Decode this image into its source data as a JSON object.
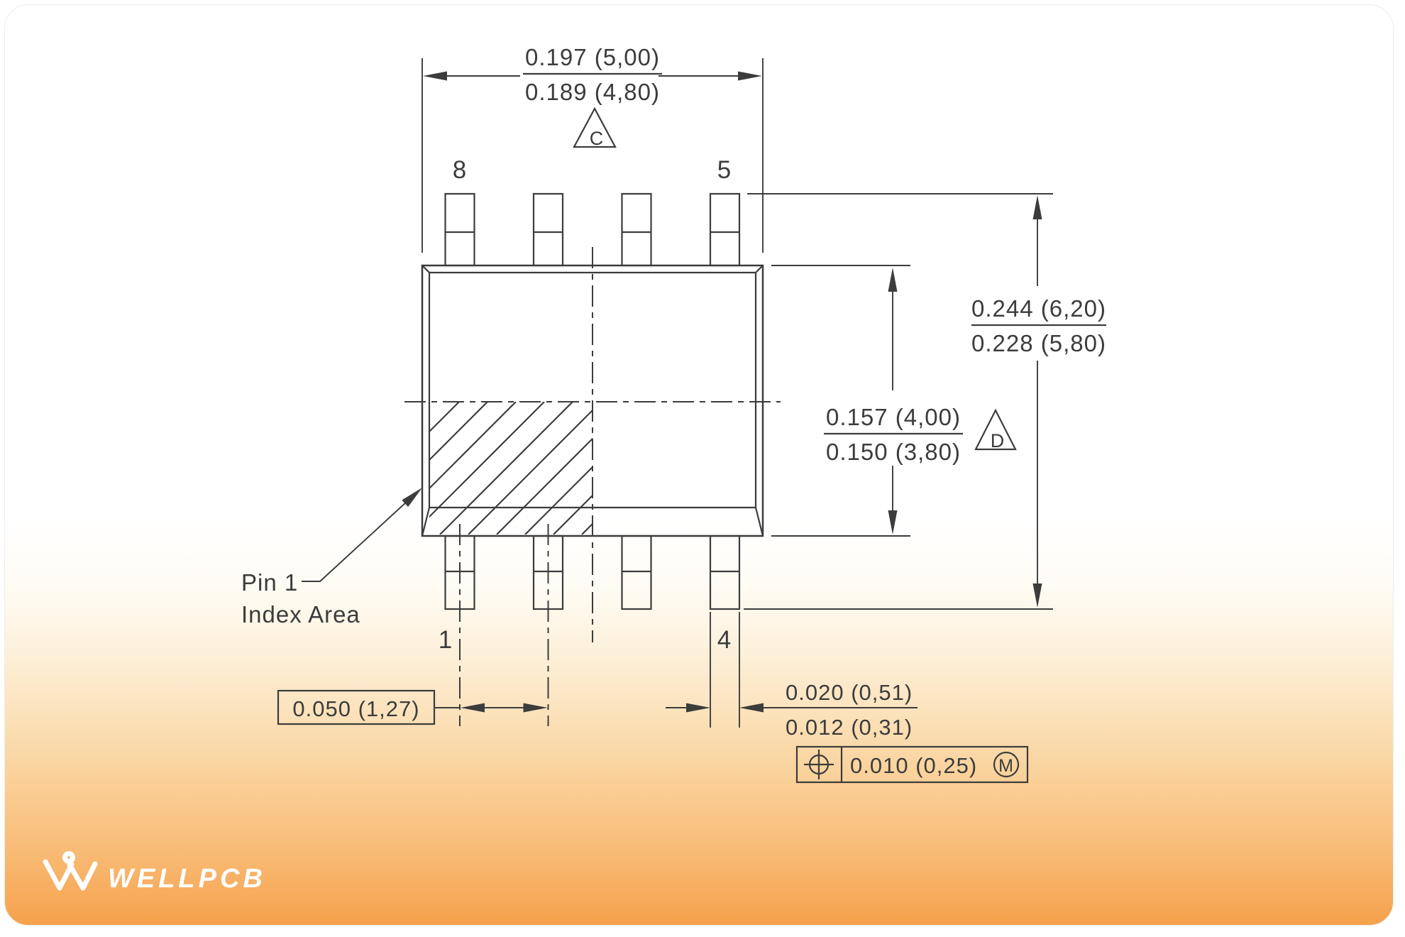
{
  "colors": {
    "ink": "#3c3c3c",
    "card_bottom_orange": "#f6a14b",
    "logo_white": "#ffffff"
  },
  "diagram": {
    "top_dimension": {
      "max": "0.197 (5,00)",
      "min": "0.189 (4,80)"
    },
    "revision_flag_top": "C",
    "revision_flag_side": "D",
    "overall_dimension": {
      "max": "0.244 (6,20)",
      "min": "0.228 (5,80)"
    },
    "body_dimension": {
      "max": "0.157 (4,00)",
      "min": "0.150 (3,80)"
    },
    "pitch_dimension": "0.050 (1,27)",
    "lead_width_dimension": {
      "max": "0.020 (0,51)",
      "min": "0.012 (0,31)"
    },
    "true_position": {
      "tolerance": "0.010 (0,25)",
      "modifier": "M"
    },
    "pins": {
      "top_left": "8",
      "top_right": "5",
      "bottom_left": "1",
      "bottom_right": "4"
    },
    "pin1_note": {
      "line1": "Pin 1",
      "line2": "Index Area"
    }
  },
  "footer": {
    "brand": "WELLPCB"
  }
}
